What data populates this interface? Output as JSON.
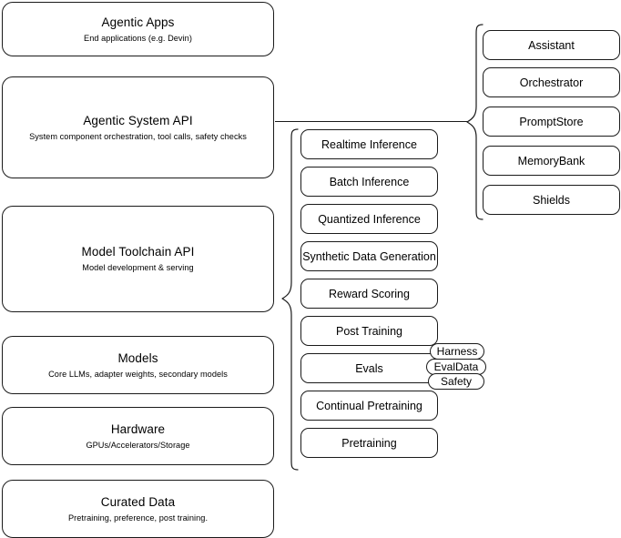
{
  "diagram": {
    "title": "AI Stack Architecture Diagram",
    "background_color": "#ffffff",
    "stroke_color": "#1a1a1a"
  },
  "stack_layers": [
    {
      "id": "agentic-apps",
      "title": "Agentic Apps",
      "subtitle": "End applications (e.g. Devin)"
    },
    {
      "id": "agentic-system-api",
      "title": "Agentic System API",
      "subtitle": "System component orchestration, tool calls, safety checks"
    },
    {
      "id": "model-toolchain-api",
      "title": "Model Toolchain API",
      "subtitle": "Model development & serving"
    },
    {
      "id": "models",
      "title": "Models",
      "subtitle": "Core LLMs, adapter weights, secondary models"
    },
    {
      "id": "hardware",
      "title": "Hardware",
      "subtitle": "GPUs/Accelerators/Storage"
    },
    {
      "id": "curated-data",
      "title": "Curated Data",
      "subtitle": "Pretraining, preference, post training."
    }
  ],
  "toolchain_capabilities": [
    {
      "id": "realtime-inference",
      "label": "Realtime Inference"
    },
    {
      "id": "batch-inference",
      "label": "Batch Inference"
    },
    {
      "id": "quantized-inference",
      "label": "Quantized Inference"
    },
    {
      "id": "synthetic-data-generation",
      "label": "Synthetic Data Generation"
    },
    {
      "id": "reward-scoring",
      "label": "Reward Scoring"
    },
    {
      "id": "post-training",
      "label": "Post Training"
    },
    {
      "id": "evals",
      "label": "Evals"
    },
    {
      "id": "continual-pretraining",
      "label": "Continual Pretraining"
    },
    {
      "id": "pretraining",
      "label": "Pretraining"
    }
  ],
  "evals_badges": [
    {
      "id": "harness",
      "label": "Harness"
    },
    {
      "id": "evaldata",
      "label": "EvalData"
    },
    {
      "id": "safety",
      "label": "Safety"
    }
  ],
  "agentic_components": [
    {
      "id": "assistant",
      "label": "Assistant"
    },
    {
      "id": "orchestrator",
      "label": "Orchestrator"
    },
    {
      "id": "promptstore",
      "label": "PromptStore"
    },
    {
      "id": "memorybank",
      "label": "MemoryBank"
    },
    {
      "id": "shields",
      "label": "Shields"
    }
  ]
}
